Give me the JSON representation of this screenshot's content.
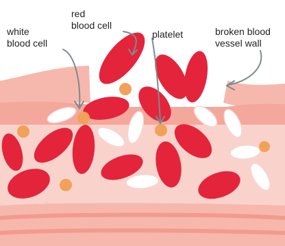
{
  "labels": {
    "white_blood_cell": [
      "white",
      "blood cell"
    ],
    "red_blood_cell": [
      "red",
      "blood cell"
    ],
    "platelet": [
      "platelet"
    ],
    "broken_vessel_wall": [
      "broken blood",
      "vessel wall"
    ]
  },
  "colors": {
    "vessel_wall": "#f6b8ad",
    "vessel_band": "#fbcfc6",
    "vessel_interior": "#f9d3cb",
    "red_blood_cell": "#e3243b",
    "white_blood_cell": "#ffffff",
    "platelet": "#f2a15a",
    "pointer": "#7d8a8e"
  }
}
